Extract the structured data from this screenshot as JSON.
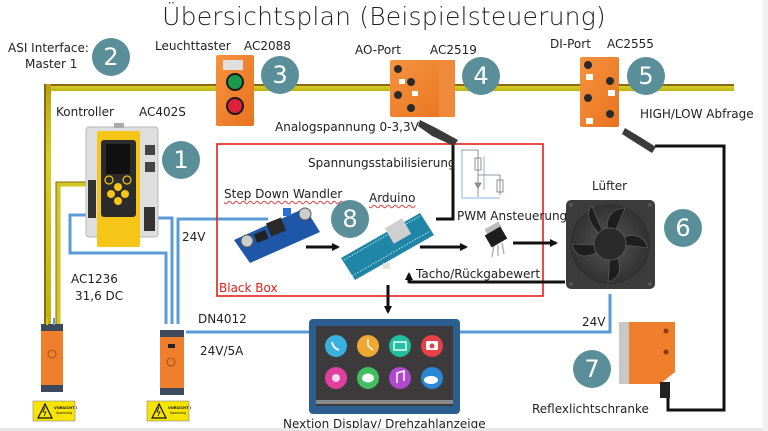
{
  "title": "Übersichtsplan (Beispielsteuerung)",
  "colors": {
    "badge": "#5a8e99",
    "asi_bus": "#c8c21a",
    "power_24v": "#5b9bd5",
    "signal": "#111111",
    "black_box_border": "#e0201b",
    "device_orange": "#f07f2d",
    "controller_yellow": "#f5c518"
  },
  "components": [
    {
      "badge": "1",
      "name": "Kontroller",
      "part": "AC402S"
    },
    {
      "badge": "2",
      "name": "ASI Interface:",
      "part": "Master 1"
    },
    {
      "badge": "3",
      "name": "Leuchttaster",
      "part": "AC2088"
    },
    {
      "badge": "4",
      "name": "AO-Port",
      "part": "AC2519"
    },
    {
      "badge": "5",
      "name": "DI-Port",
      "part": "AC2555"
    },
    {
      "badge": "6",
      "name": "Lüfter",
      "part": ""
    },
    {
      "badge": "7",
      "name": "Reflexlichtschranke",
      "part": ""
    },
    {
      "badge": "8",
      "name": "Arduino",
      "part": ""
    }
  ],
  "labels": {
    "asi_line1": "ASI Interface:",
    "asi_line2": "Master 1",
    "leuchttaster": "Leuchttaster",
    "ac2088": "AC2088",
    "ao_port": "AO-Port",
    "ac2519": "AC2519",
    "di_port": "DI-Port",
    "ac2555": "AC2555",
    "kontroller": "Kontroller",
    "ac402s": "AC402S",
    "analog": "Analogspannung 0-3,3V",
    "high_low": "HIGH/LOW Abfrage",
    "spannungsstab": "Spannungsstabilisierung",
    "step_down": "Step Down Wandler",
    "arduino": "Arduino",
    "pwm": "PWM Ansteuerung",
    "luefter": "Lüfter",
    "tacho": "Tacho/Rückgabewert",
    "black_box": "Black Box",
    "v24_a": "24V",
    "v24_b": "24V",
    "ac1236": "AC1236",
    "dc316": "31,6 DC",
    "dn4012": "DN4012",
    "v24_5a": "24V/5A",
    "nextion": "Nextion Display/ Drehzahlanzeige",
    "reflex": "Reflexlichtschranke",
    "warn1_line1": "VORSICHT !",
    "warn1_line2": "Spannung",
    "warn2_line1": "VORSICHT !",
    "warn2_line2": "Spannung"
  },
  "badges": [
    "1",
    "2",
    "3",
    "4",
    "5",
    "6",
    "7",
    "8"
  ],
  "display_apps": [
    "phone",
    "clock",
    "mail",
    "camera",
    "flower",
    "chat",
    "music",
    "weather"
  ]
}
